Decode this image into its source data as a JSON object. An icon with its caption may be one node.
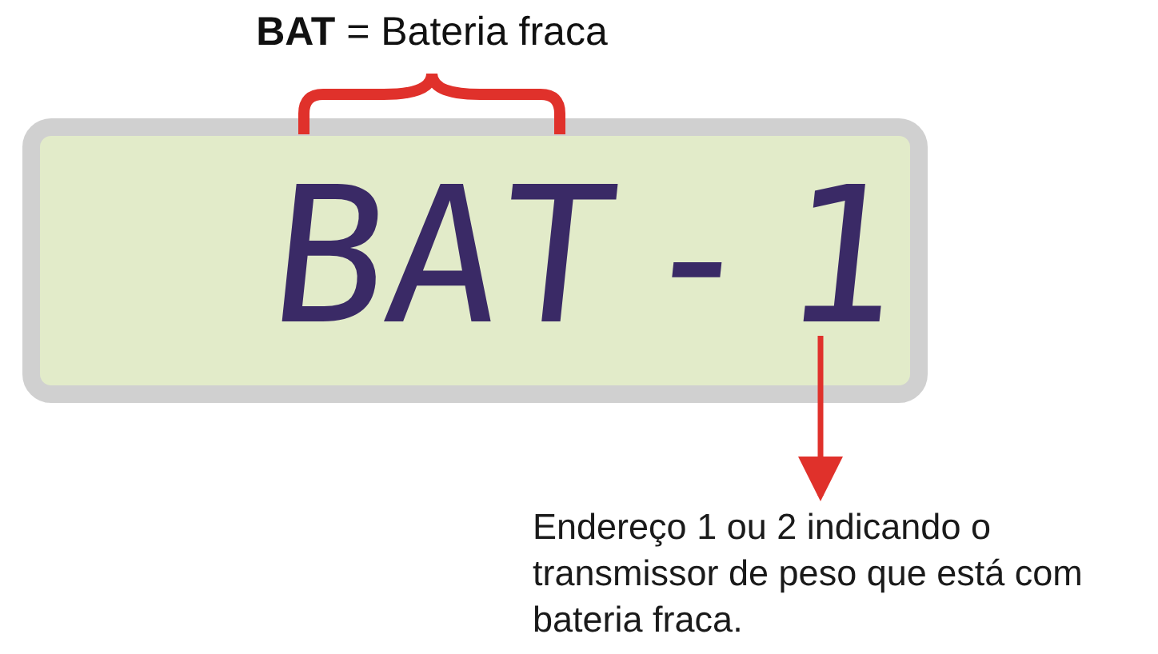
{
  "diagram": {
    "nodes": [
      {
        "text": [],
        "shape": "box"
      },
      {
        "text": [
          "BAT"
        ],
        "in": 0
      },
      {
        "text": [
          "-"
        ],
        "in": 0
      },
      {
        "text": [
          "1"
        ],
        "in": 0
      },
      {
        "text": [
          "**BAT** = Bateria fraca"
        ]
      },
      {
        "text": [
          "Endereço 1 ou 2 indicando o transmissor de peso que está com bateria fraca."
        ]
      }
    ],
    "edges": [
      {
        "from": 4,
        "to": 1,
        "arrow": "none",
        "style": "thick"
      },
      {
        "from": 3,
        "to": 5,
        "arrow": "to"
      }
    ]
  }
}
